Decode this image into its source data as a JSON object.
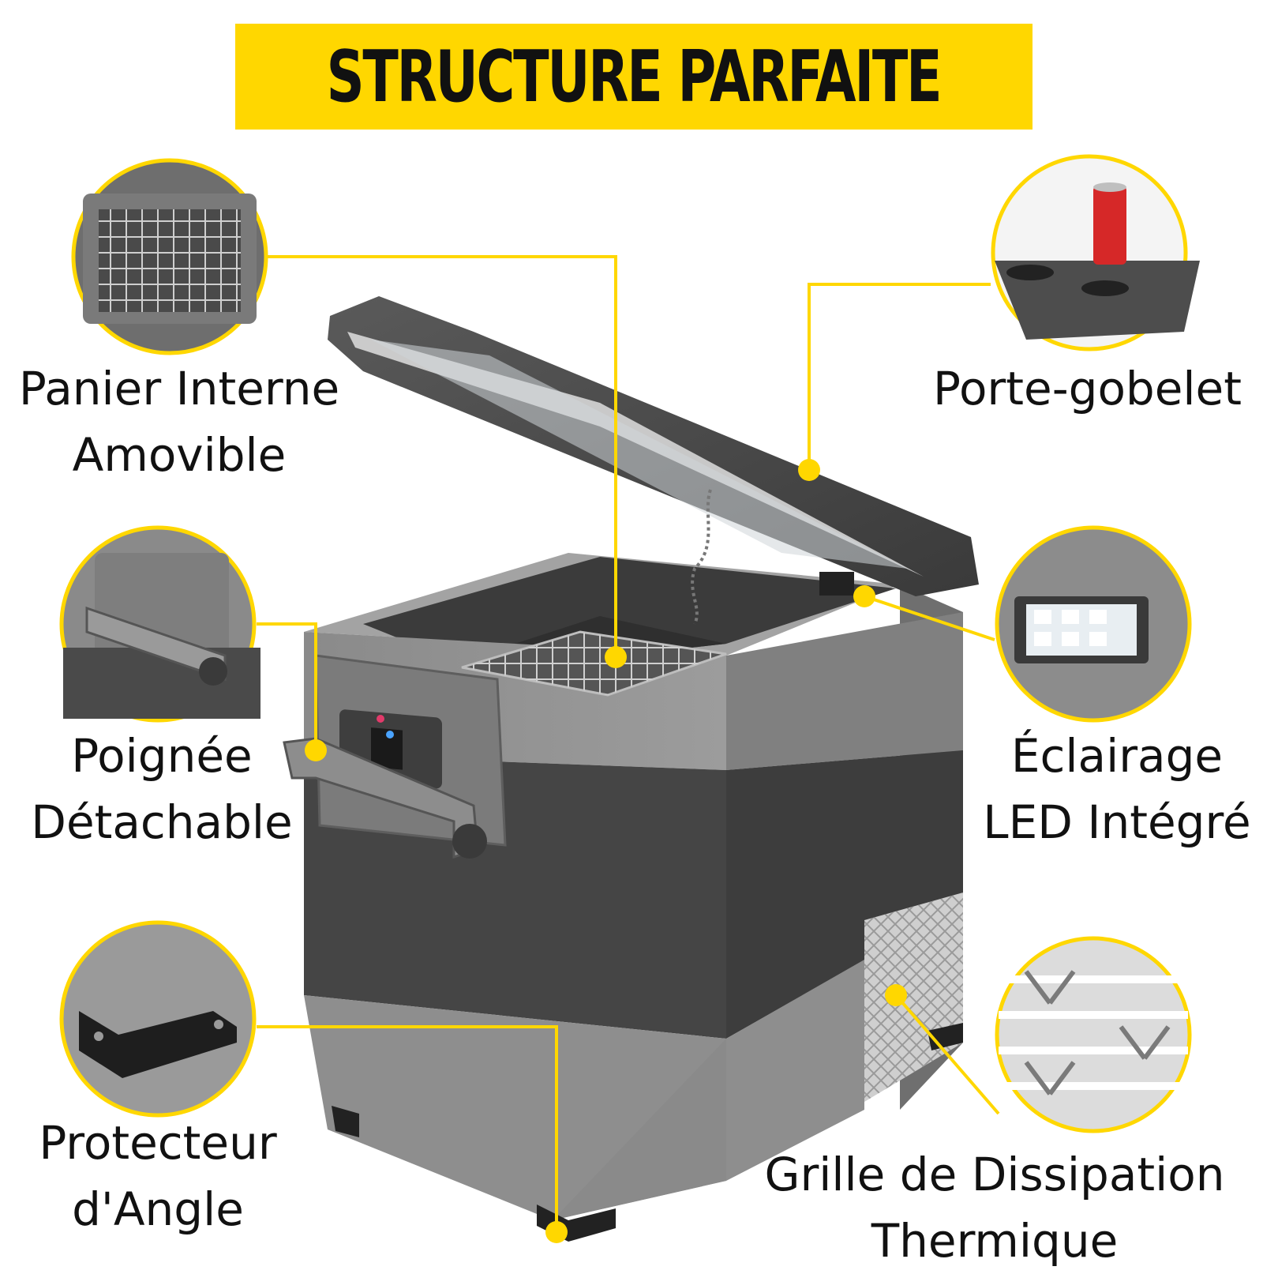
{
  "title": "STRUCTURE PARFAITE",
  "colors": {
    "accent_yellow": "#FFD700",
    "body_light_gray": "#8f8f8f",
    "body_dark_gray": "#464646",
    "text": "#111111"
  },
  "features": [
    {
      "id": "basket",
      "icon": "wire-basket-icon",
      "lines": [
        "Panier Interne",
        "Amovible"
      ]
    },
    {
      "id": "cupholder",
      "icon": "cup-holder-icon",
      "lines": [
        "Porte-gobelet"
      ]
    },
    {
      "id": "handle",
      "icon": "handle-icon",
      "lines": [
        "Poignée",
        "Détachable"
      ]
    },
    {
      "id": "led",
      "icon": "led-light-icon",
      "lines": [
        "Éclairage",
        "LED Intégré"
      ]
    },
    {
      "id": "corner",
      "icon": "corner-protector-icon",
      "lines": [
        "Protecteur",
        "d'Angle"
      ]
    },
    {
      "id": "vent",
      "icon": "vent-grille-icon",
      "lines": [
        "Grille de Dissipation",
        "Thermique"
      ]
    }
  ]
}
